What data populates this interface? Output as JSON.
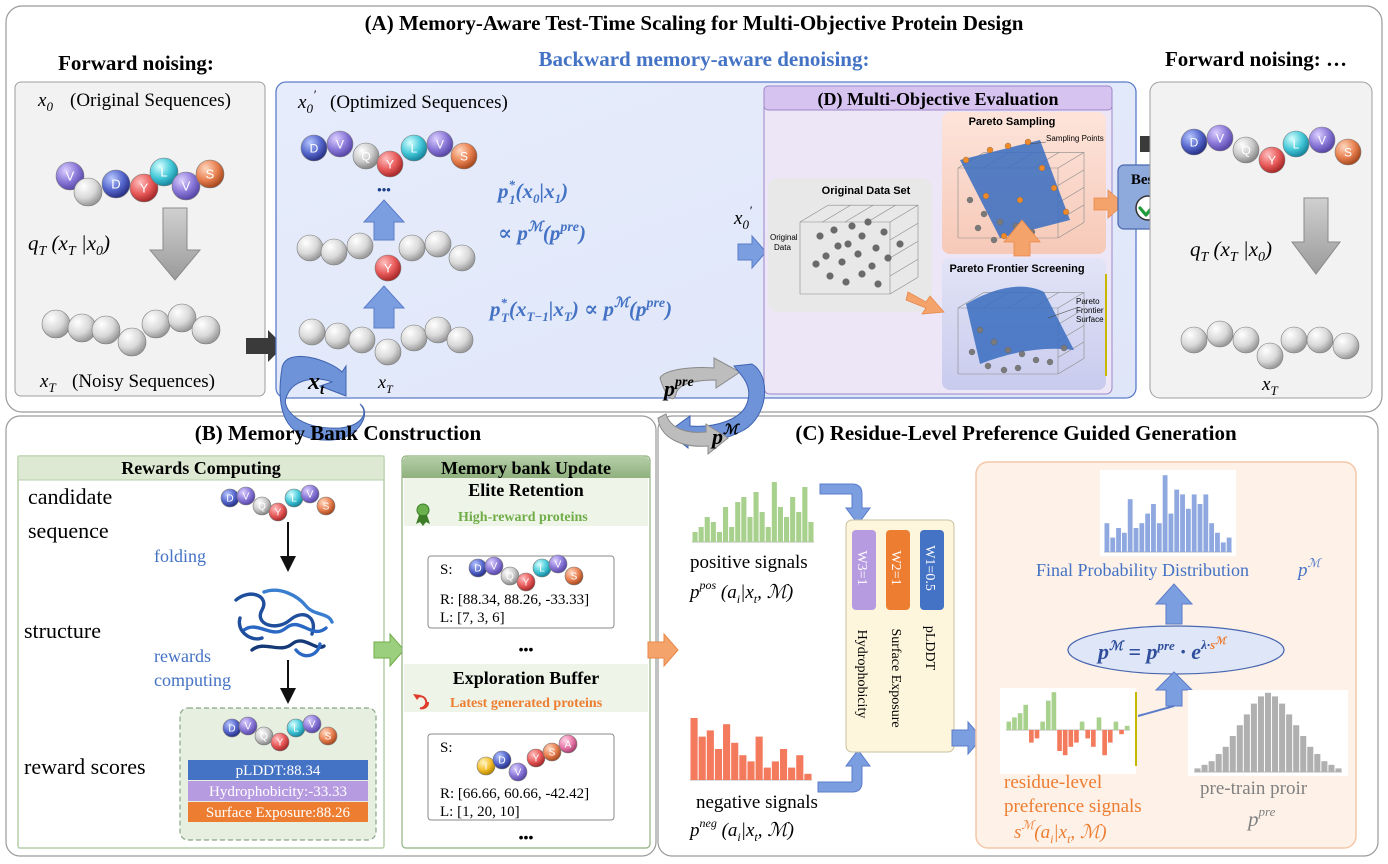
{
  "title_a": "(A)  Memory-Aware Test-Time Scaling for Multi-Objective Protein Design",
  "fwd_left": "Forward noising:",
  "fwd_right": "Forward noising: …",
  "bwd": "Backward memory-aware denoising:",
  "x0_label": "(Original Sequences)",
  "x0p_label": "(Optimized Sequences)",
  "xT_label": "(Noisy Sequences)",
  "q_formula": "q_T(x_T|x_0)",
  "formula1a": "p*₁(x₀|x₁)",
  "formula1b": "∝ pᴹ(pᵖʳᵉ)",
  "formula2": "p*_T(x_{T−1}|x_T) ∝ pᴹ(pᵖʳᵉ)",
  "section_d": "(D) Multi-Objective Evaluation",
  "orig_data_set": "Original Data Set",
  "original_data": [
    "Original",
    "Data"
  ],
  "pareto_sampling": "Pareto Sampling",
  "sampling_points": "Sampling Points",
  "pareto_frontier": "Pareto Frontier Screening",
  "pareto_surface": [
    "Pareto",
    "Frontier",
    "Surface"
  ],
  "best": "Best !",
  "section_b": "(B) Memory Bank Construction",
  "rewards_computing": "Rewards Computing",
  "candidate": [
    "candidate",
    "sequence"
  ],
  "folding": "folding",
  "structure": "structure",
  "rewards_comp_label": [
    "rewards",
    "computing"
  ],
  "reward_scores": "reward scores",
  "scores": [
    "pLDDT:88.34",
    "Hydrophobicity:-33.33",
    "Surface Exposure:88.26"
  ],
  "mb_update": "Memory bank Update",
  "elite": "Elite Retention",
  "high_reward": "High-reward proteins",
  "elite_R": "R: [88.34, 88.26, -33.33]",
  "elite_L": "L: [7, 3, 6]",
  "explore": "Exploration Buffer",
  "latest": "Latest generated proteins",
  "expl_R": "R: [66.66, 60.66, -42.42]",
  "expl_L": "L: [1, 20, 10]",
  "s_label": "S:",
  "dots": "•••",
  "section_c": "(C)  Residue-Level Preference Guided Generation",
  "pos_signals": "positive signals",
  "neg_signals": "negative signals",
  "weights": [
    "W3=1",
    "W2=1",
    "W1=0.5"
  ],
  "obj_names": [
    "Hydrophobicity",
    "Surface Exposure",
    "pLDDT"
  ],
  "final_prob": "Final Probability Distribution",
  "residue_level": [
    "residue-level",
    "preference signals"
  ],
  "pretrain": "pre-train proir",
  "seq_dvqylvs": [
    "D",
    "V",
    "Q",
    "Y",
    "L",
    "V",
    "S"
  ],
  "seq_vdylvs": [
    "V",
    "D",
    "Y",
    "L",
    "V",
    "S"
  ],
  "seq_expl": [
    "I",
    "D",
    "V",
    "Y",
    "S",
    "A"
  ],
  "colors": {
    "blue": "#4472c4",
    "purple": "#b088d8",
    "orange": "#ed7d31",
    "green": "#70ad47",
    "salmon": "#f47a5e"
  },
  "chart_data": [
    {
      "type": "bar",
      "values": [
        2,
        3,
        5,
        4,
        2,
        7,
        3,
        8,
        9,
        5,
        10,
        6,
        3,
        12,
        7,
        5,
        9,
        6,
        11,
        4
      ]
    },
    {
      "type": "bar",
      "values": [
        10,
        7,
        8,
        5,
        9,
        6,
        4,
        3,
        7,
        2,
        3,
        5,
        2,
        4,
        1
      ]
    },
    {
      "type": "bar",
      "values": [
        6,
        3,
        5,
        4,
        11,
        5,
        6,
        8,
        10,
        6,
        16,
        8,
        13,
        12,
        9,
        12,
        10,
        12,
        6,
        4,
        2,
        3
      ]
    },
    {
      "type": "bar",
      "values": [
        2,
        3,
        4,
        6,
        -3,
        -2,
        2,
        7,
        9,
        -5,
        -6,
        -4,
        -3,
        2,
        -2,
        -4,
        3,
        -6,
        -3,
        2,
        -1,
        1
      ]
    },
    {
      "type": "bar",
      "values": [
        1,
        2,
        3,
        5,
        7,
        10,
        13,
        16,
        19,
        21,
        22,
        21,
        19,
        16,
        13,
        10,
        7,
        5,
        3,
        2,
        1
      ]
    }
  ]
}
